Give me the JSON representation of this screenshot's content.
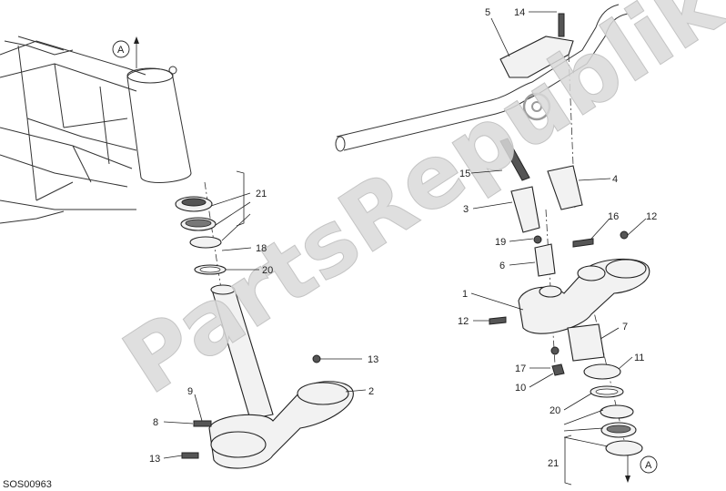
{
  "watermark": "PartsRepublik",
  "drawing_code": "SOS00963",
  "view_marker": "A",
  "callouts": {
    "c1": "1",
    "c2": "2",
    "c3": "3",
    "c4": "4",
    "c5": "5",
    "c6": "6",
    "c7": "7",
    "c8": "8",
    "c9": "9",
    "c10": "10",
    "c11": "11",
    "c12a": "12",
    "c12b": "12",
    "c13a": "13",
    "c13b": "13",
    "c14": "14",
    "c15": "15",
    "c16": "16",
    "c17": "17",
    "c18": "18",
    "c19": "19",
    "c20a": "20",
    "c20b": "20",
    "c21a": "21",
    "c21b": "21"
  }
}
